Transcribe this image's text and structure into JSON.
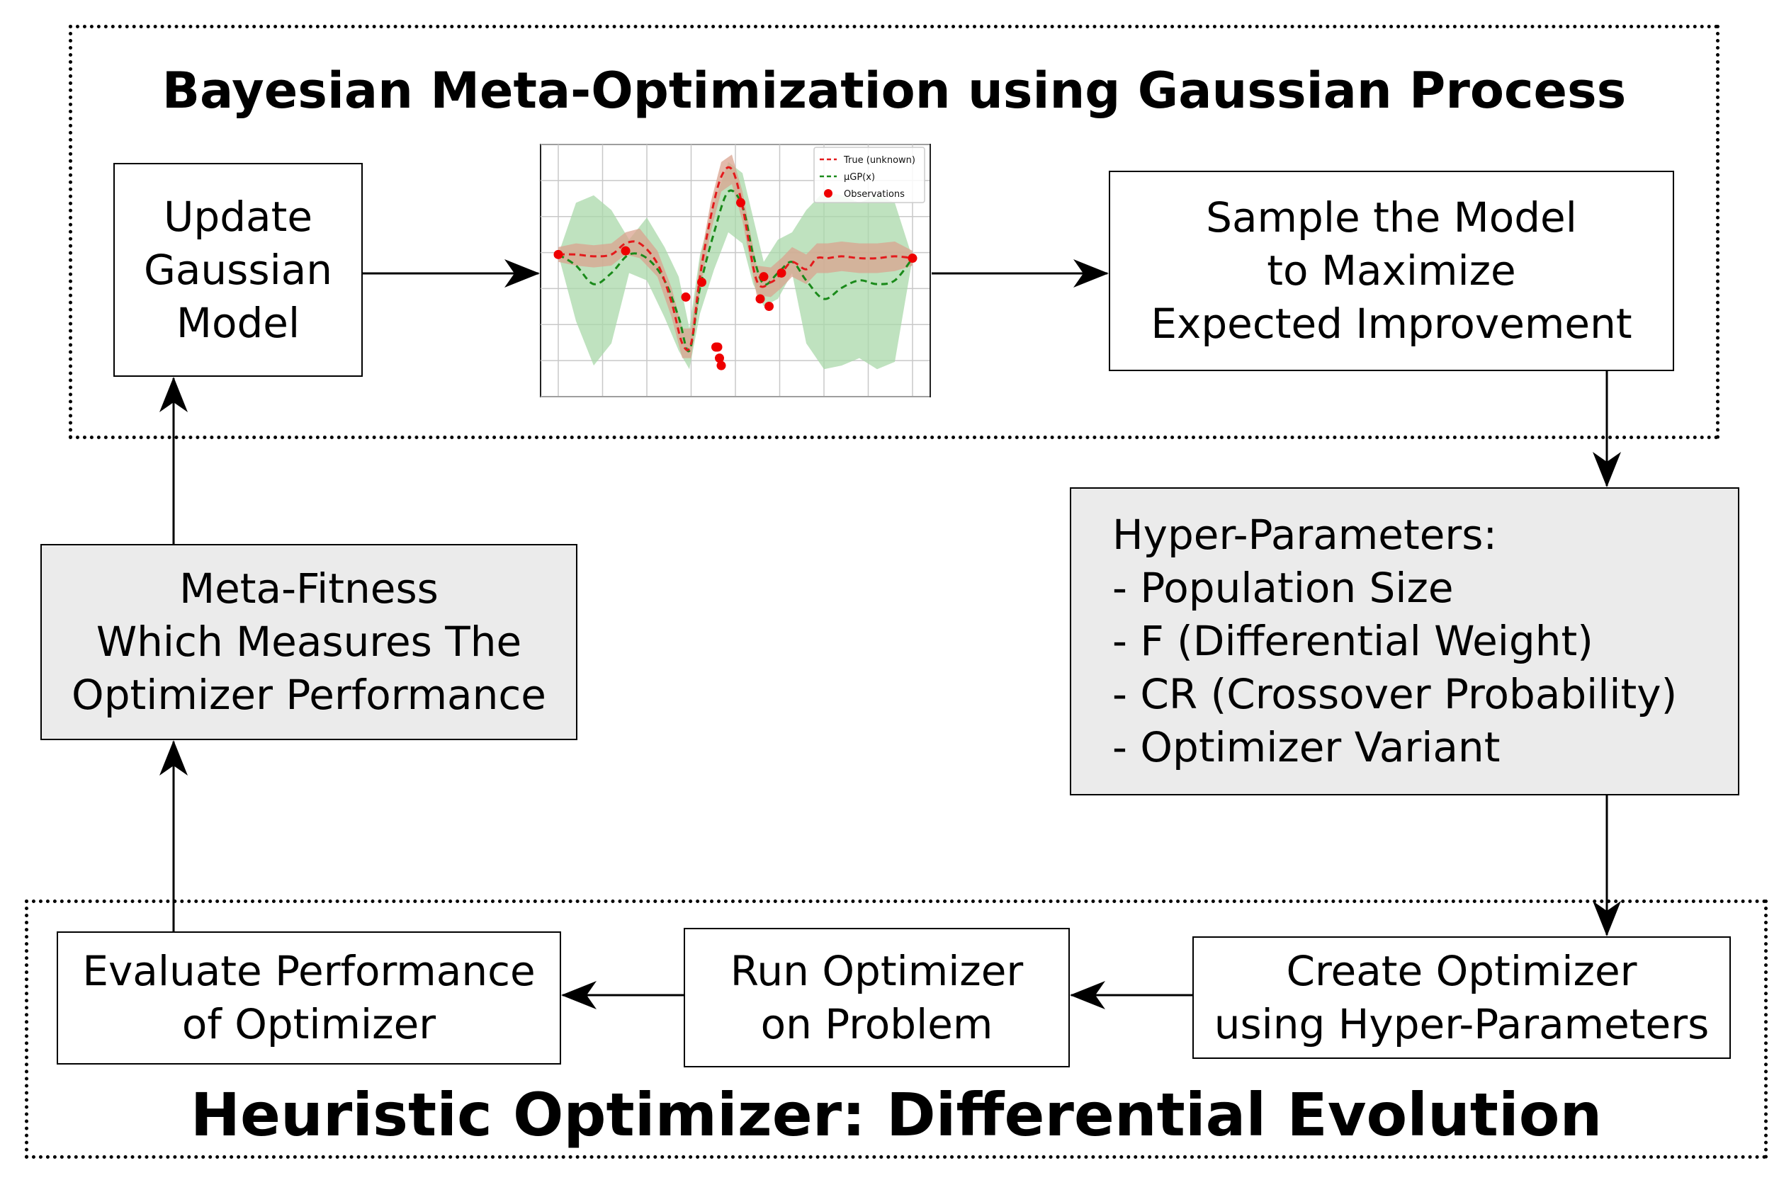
{
  "top_group": {
    "title": "Bayesian Meta-Optimization using Gaussian Process"
  },
  "bottom_group": {
    "title": "Heuristic Optimizer: Differential Evolution"
  },
  "boxes": {
    "update_model": [
      "Update",
      "Gaussian",
      "Model"
    ],
    "sample_model": [
      "Sample the Model",
      "to Maximize",
      "Expected Improvement"
    ],
    "hyper_parameters": [
      "Hyper-Parameters:",
      "- Population Size",
      "- F (Differential Weight)",
      "- CR (Crossover Probability)",
      "- Optimizer Variant"
    ],
    "meta_fitness": [
      "Meta-Fitness",
      "Which Measures The",
      "Optimizer Performance"
    ],
    "evaluate_performance": [
      "Evaluate Performance",
      "of Optimizer"
    ],
    "run_optimizer": [
      "Run Optimizer",
      "on Problem"
    ],
    "create_optimizer": [
      "Create Optimizer",
      "using Hyper-Parameters"
    ]
  },
  "chart_data": {
    "type": "line",
    "title": "",
    "xlabel": "",
    "ylabel": "",
    "grid": true,
    "xlim": [
      0,
      10
    ],
    "ylim": [
      -3.2,
      3.0
    ],
    "legend_position": "top-right",
    "legend": [
      "True (unknown)",
      "μGP(x)",
      "Observations"
    ],
    "colors": {
      "true": "#e31a1c",
      "gp_mean": "#1a8a1a",
      "gp_band": "#a9d8a9",
      "true_band": "#d9a38f",
      "observations": "#ee0000"
    },
    "series": [
      {
        "name": "True (unknown)",
        "x": [
          0.0,
          0.5,
          1.0,
          1.5,
          1.9,
          2.3,
          2.8,
          3.2,
          3.5,
          3.75,
          4.0,
          4.3,
          4.6,
          4.9,
          5.2,
          5.6,
          6.0,
          6.3,
          6.6,
          7.0,
          7.3,
          7.6,
          8.0,
          8.5,
          9.0,
          9.5,
          10.0
        ],
        "y": [
          0.2,
          0.2,
          0.15,
          0.2,
          0.5,
          0.5,
          -0.05,
          -1.1,
          -2.2,
          -2.2,
          -0.4,
          1.2,
          2.3,
          2.5,
          1.5,
          -0.5,
          -0.55,
          -0.3,
          0.0,
          -0.2,
          0.1,
          0.1,
          0.15,
          0.1,
          0.1,
          0.15,
          0.1
        ]
      },
      {
        "name": "μGP(x)",
        "x": [
          0.0,
          0.5,
          1.0,
          1.5,
          2.0,
          2.5,
          3.0,
          3.4,
          3.7,
          4.0,
          4.4,
          4.8,
          5.2,
          5.5,
          5.8,
          6.2,
          6.6,
          7.0,
          7.5,
          8.0,
          8.5,
          9.0,
          9.5,
          10.0
        ],
        "y": [
          0.2,
          -0.1,
          -0.6,
          -0.3,
          0.2,
          0.1,
          -0.5,
          -1.5,
          -2.4,
          -0.7,
          0.8,
          1.9,
          1.5,
          0.2,
          -0.6,
          -0.3,
          0.0,
          -0.5,
          -1.0,
          -0.7,
          -0.5,
          -0.6,
          -0.5,
          0.1
        ]
      }
    ],
    "observations": {
      "x": [
        0.0,
        1.9,
        3.6,
        4.05,
        4.45,
        4.5,
        4.55,
        4.6,
        5.15,
        5.7,
        5.8,
        5.95,
        6.3,
        10.0
      ],
      "y": [
        0.2,
        0.3,
        -0.95,
        -0.55,
        -2.3,
        -2.3,
        -2.6,
        -2.8,
        1.6,
        -1.0,
        -0.4,
        -1.2,
        -0.3,
        0.1
      ]
    },
    "gp_band": {
      "x": [
        0.0,
        0.5,
        1.0,
        1.5,
        2.0,
        2.5,
        3.0,
        3.4,
        3.7,
        4.0,
        4.4,
        4.8,
        5.2,
        5.5,
        5.8,
        6.2,
        6.6,
        7.0,
        7.5,
        8.0,
        8.5,
        9.0,
        9.5,
        10.0
      ],
      "lower": [
        0.2,
        -1.6,
        -2.8,
        -2.2,
        -0.3,
        -0.5,
        -1.5,
        -2.4,
        -2.9,
        -1.4,
        -0.2,
        0.8,
        0.5,
        -0.6,
        -1.2,
        -1.0,
        -0.3,
        -2.2,
        -2.9,
        -2.8,
        -2.6,
        -2.9,
        -2.7,
        0.1
      ],
      "upper": [
        0.2,
        1.6,
        1.8,
        1.4,
        0.6,
        1.2,
        0.4,
        -0.4,
        -1.8,
        0.2,
        1.6,
        2.7,
        2.4,
        1.2,
        0.0,
        0.6,
        0.8,
        1.4,
        1.9,
        1.8,
        1.6,
        1.8,
        1.6,
        0.1
      ]
    },
    "true_band": {
      "x": [
        0.0,
        0.5,
        1.0,
        1.5,
        1.9,
        2.3,
        2.8,
        3.2,
        3.5,
        3.75,
        4.0,
        4.3,
        4.6,
        4.9,
        5.2,
        5.6,
        6.0,
        6.3,
        6.6,
        7.0,
        7.3,
        7.6,
        8.0,
        8.5,
        9.0,
        9.5,
        10.0
      ],
      "lower": [
        0.0,
        -0.1,
        -0.15,
        -0.1,
        0.2,
        0.1,
        -0.4,
        -1.5,
        -2.6,
        -2.6,
        -0.8,
        0.8,
        1.9,
        2.1,
        1.1,
        -0.9,
        -0.95,
        -0.7,
        -0.4,
        -0.6,
        -0.3,
        -0.3,
        -0.25,
        -0.3,
        -0.3,
        -0.25,
        -0.1
      ],
      "upper": [
        0.4,
        0.5,
        0.45,
        0.5,
        0.8,
        0.9,
        0.3,
        -0.7,
        -1.8,
        -1.8,
        0.0,
        1.6,
        2.7,
        2.9,
        1.9,
        -0.1,
        -0.15,
        0.1,
        0.4,
        0.2,
        0.5,
        0.5,
        0.55,
        0.5,
        0.5,
        0.55,
        0.3
      ]
    }
  }
}
